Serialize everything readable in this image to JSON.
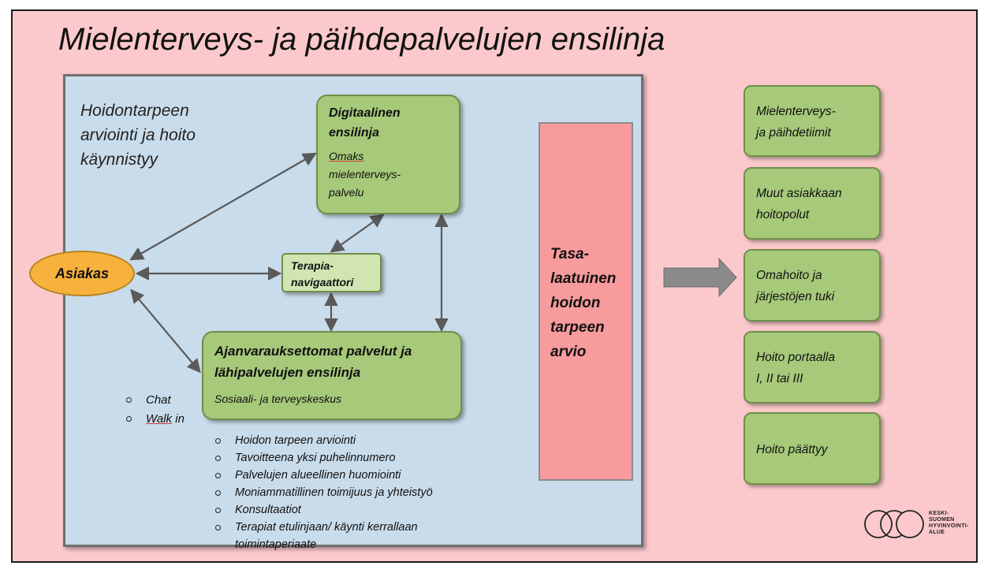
{
  "title": "Mielenterveys- ja päihdepalvelujen ensilinja",
  "panel_heading": "Hoidontarpeen\narviointi ja hoito\nkäynnistyy",
  "digital_box": {
    "title": "Digitaalinen\nensilinja",
    "subtitle_underlined": "Omaks",
    "subtitle_rest": "mielenterveys-\npalvelu"
  },
  "navigator_box": {
    "title": "Terapia-\nnavigaattori"
  },
  "client": "Asiakas",
  "walkin_box": {
    "title": "Ajanvarauksettomat palvelut ja\nlähipalvelujen ensilinja",
    "subtitle": "Sosiaali- ja terveyskeskus"
  },
  "contact_options": {
    "chat": "Chat",
    "walk_in_underlined": "Walk",
    "walk_in_rest": " in"
  },
  "features": [
    "Hoidon tarpeen arviointi",
    "Tavoitteena yksi puhelinnumero",
    "Palvelujen alueellinen huomiointi",
    "Moniammatillinen toimijuus ja yhteistyö",
    "Konsultaatiot",
    "Terapiat etulinjaan/ käynti kerrallaan toimintaperiaate"
  ],
  "assessment_bar": "Tasa-\nlaatuinen\nhoidon\ntarpeen\narvio",
  "outcomes": [
    "Mielenterveys-\nja päihdetiimit",
    "Muut asiakkaan\nhoitopolut",
    "Omahoito ja\njärjestöjen tuki",
    "Hoito portaalla\nI, II tai III",
    "Hoito päättyy"
  ],
  "logo_text": "KESKI-\nSUOMEN\nHYVINVOINTI-\nALUE",
  "colors": {
    "background": "#fbc9cc",
    "panel": "#c9dceb",
    "green_box": "#a6c97a",
    "client_ellipse": "#f6b23d",
    "assessment_bar": "#f79b9d"
  }
}
